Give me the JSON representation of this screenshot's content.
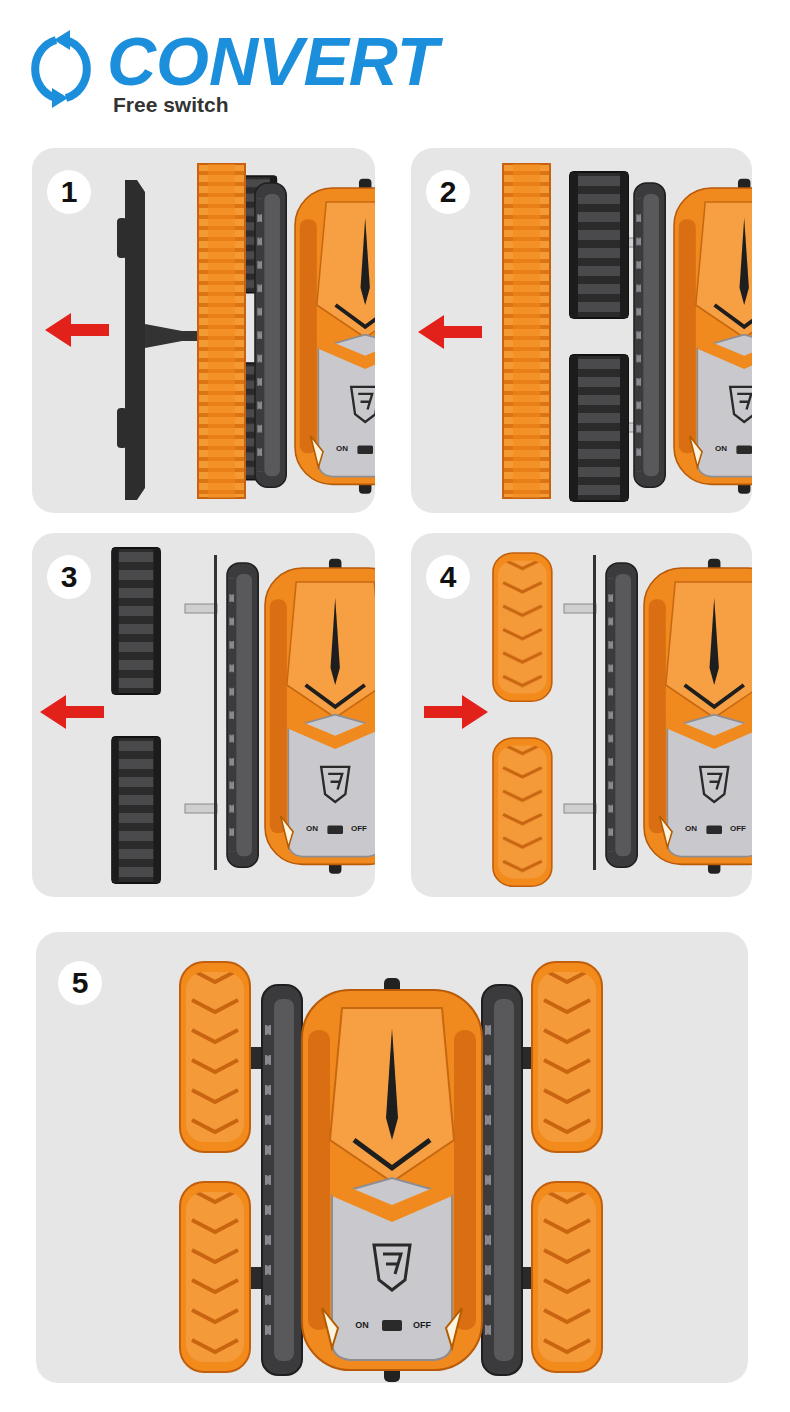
{
  "diagram": {
    "title": "CONVERT",
    "nodes": [
      {
        "text": [
          "1"
        ]
      },
      {
        "text": [
          "2"
        ]
      },
      {
        "text": [
          "3"
        ]
      },
      {
        "text": [
          "4"
        ]
      },
      {
        "text": [
          "5"
        ]
      }
    ],
    "labels": [
      "Free switch",
      "ON",
      "ON",
      "ON",
      "OFF",
      "ON",
      "OFF",
      "ON",
      "OFF"
    ]
  }
}
